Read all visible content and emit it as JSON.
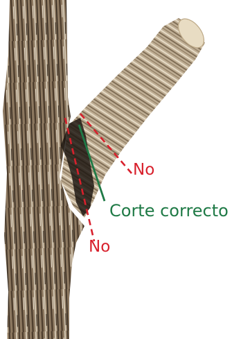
{
  "diagram": {
    "labels": {
      "no_upper": "No",
      "no_lower": "No",
      "correct_cut": "Corte correcto"
    },
    "colors": {
      "wrong_cut": "#d8202c",
      "correct_cut": "#1f7a46",
      "bark_dark": "#5a4632",
      "bark_mid": "#9a8468",
      "bark_light": "#d9cdb8",
      "cut_end": "#e8dcc3",
      "collar_shadow": "#1a140f"
    },
    "icons": {
      "trunk": "tree-trunk-illustration",
      "branch": "branch-illustration"
    }
  }
}
